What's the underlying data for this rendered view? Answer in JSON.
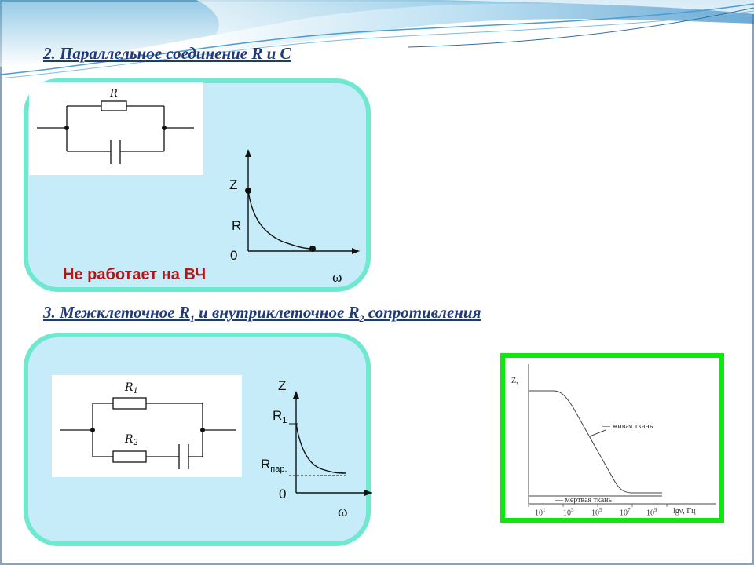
{
  "titles": {
    "parallel_rc": "2. Параллельное соединение R и C",
    "resistances_prefix": "3. Межклеточное R",
    "resistances_sub1": "1",
    "resistances_middle": " и внутриклеточное R",
    "resistances_sub2": "2",
    "resistances_suffix": " сопротивления "
  },
  "diagram1": {
    "resistor_label": "R",
    "axis_y": "Z",
    "tick_r": "R",
    "origin": "0",
    "axis_x": "ω",
    "note": "Не работает на ВЧ"
  },
  "diagram2": {
    "resistor1_label": "R",
    "resistor1_sub": "1",
    "resistor2_label": "R",
    "resistor2_sub": "2",
    "axis_y": "Z",
    "tick_r1": "R",
    "tick_r1_sub": "1",
    "tick_rpar": "R",
    "tick_rpar_sub": "пар.",
    "origin": "0",
    "axis_x": "ω"
  },
  "reference_chart": {
    "axis_y": "Z,",
    "live_tissue": "— живая ткань",
    "dead_tissue": "— мертвая ткань",
    "x_ticks": [
      {
        "base": "10",
        "exp": "1"
      },
      {
        "base": "10",
        "exp": "3"
      },
      {
        "base": "10",
        "exp": "5"
      },
      {
        "base": "10",
        "exp": "7"
      },
      {
        "base": "10",
        "exp": "9"
      }
    ],
    "axis_x": "lgν,  Гц"
  },
  "colors": {
    "title": "#1f3a78",
    "panel_fill": "#c6ecfa",
    "panel_border": "#6fe8cf",
    "note": "#b01818",
    "ref_border": "#11e611"
  }
}
